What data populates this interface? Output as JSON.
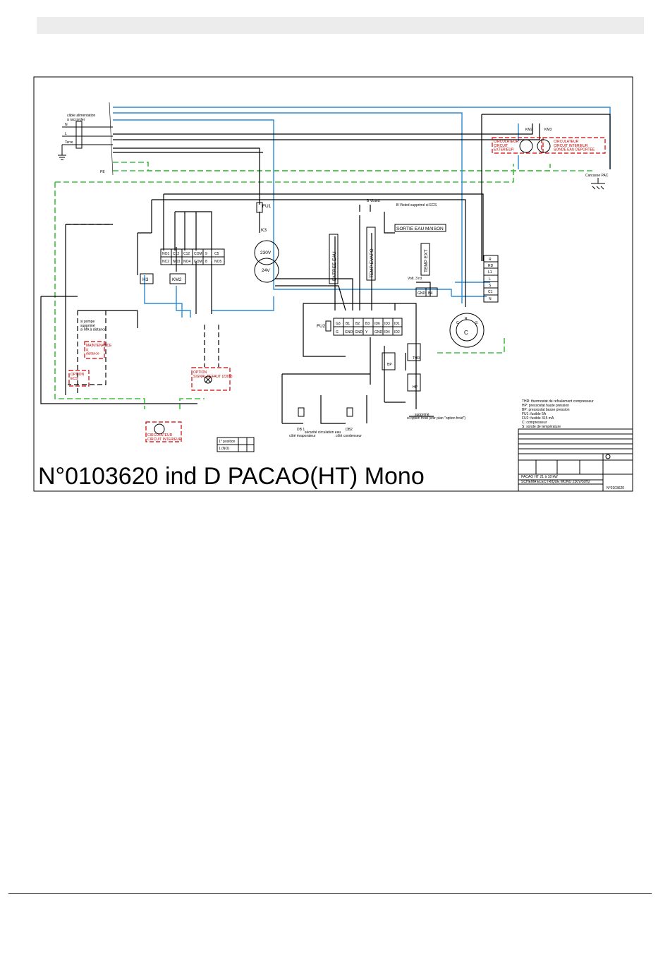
{
  "title": "N°0103620 ind D  PACAO(HT) Mono",
  "supply": {
    "cable_label": "câble alimentation\nà raccorder",
    "n": "N",
    "l": "L",
    "terre": "Terre",
    "pe": "PE",
    "mass_label": "Carcasse PAC"
  },
  "components": {
    "fu1": "FU1",
    "fu2": "FU2",
    "k3": "K3",
    "h3": "H3",
    "km2": "KM2",
    "km3": "KM3",
    "km2_coil": "KM2",
    "transfo_primary": "230V",
    "transfo_secondary": "24V",
    "compressor": "C",
    "comp_r": "R",
    "comp_c": "C",
    "comp_s": "S",
    "hp": "HP",
    "bp": "BP",
    "thr": "THR"
  },
  "sensors": {
    "entree_eau": "ENTREE EAU",
    "temp_evapo": "TEMP EVAPO",
    "temp_ext": "TEMP EXT",
    "sortie_eau": "SORTIE EAU MAISON",
    "vanne_note": "B Visted supprimé si ECS",
    "visted": "B Visted"
  },
  "boxes": {
    "circ_ext": "CIRCULATEUR\nCIRCUIT\nEXTERIEUR",
    "circ_int": "CIRCULATEUR\nCIRCUIT INTERIEUR\nSONDE EAU DEPORTEE",
    "circ_int2": "CIRCULATEUR\nCIRCUIT INTERIEUR",
    "option_ecs": "OPTION\nECS",
    "option_signal": "OPTION\nSIGNAL DEFAUT (230V)",
    "maintenance": "MAINTENANCE\nà\ndistance"
  },
  "terminals_top": [
    "NO1",
    "C12",
    "C12",
    "COM",
    "9",
    "C5"
  ],
  "terminals_bottom": [
    "NC2",
    "NO3",
    "NO4",
    "COM",
    "8",
    "NO5"
  ],
  "ctrl_top": [
    "G3",
    "B1",
    "B2",
    "B3",
    "ID6",
    "ID3",
    "ID1"
  ],
  "ctrl_bottom": [
    "G",
    "GND",
    "GND",
    "Y",
    "GND",
    "ID4",
    "ID2"
  ],
  "motor_terms": [
    "R",
    "RD",
    "L1",
    "L",
    "S",
    "C1",
    "N"
  ],
  "small_labels": {
    "db1": "DB 1",
    "db2": "DB2",
    "sec_circ": "sécurité circulation eau",
    "cote_evap": "côté évaporateur",
    "cote_cond": "côté condenseur",
    "gnd": "GND",
    "b4": "B4",
    "volt": "Volt. 3 rd",
    "opt_froid": "si option froid (voir plan \"option froid\")",
    "supprime": "supprimé",
    "pompe_eau": "si pompe\nsupprimé\nsi MA à distance"
  },
  "legend": [
    "THR: thermostat de refoulement compresseur",
    "HP: pressostat haute pression",
    "BP: pressostat basse pression",
    "FU1: fusible 5A",
    "FU2: fusible 315 mA",
    "C: compresseur",
    "S: sonde de température"
  ],
  "position_table": [
    "1° position",
    "1 (NO)"
  ],
  "title_block": {
    "line1": "PACAO HT 21 à 18 kW",
    "line2": "SCHEMA ELECTRIQUE MONO 230V/50Hz",
    "number": "N°0103620"
  },
  "colors": {
    "wire_black": "#000000",
    "wire_blue": "#2a8ad4",
    "wire_green": "#3fbf3f",
    "option_red": "#d10000",
    "header_bar": "#ececec"
  }
}
